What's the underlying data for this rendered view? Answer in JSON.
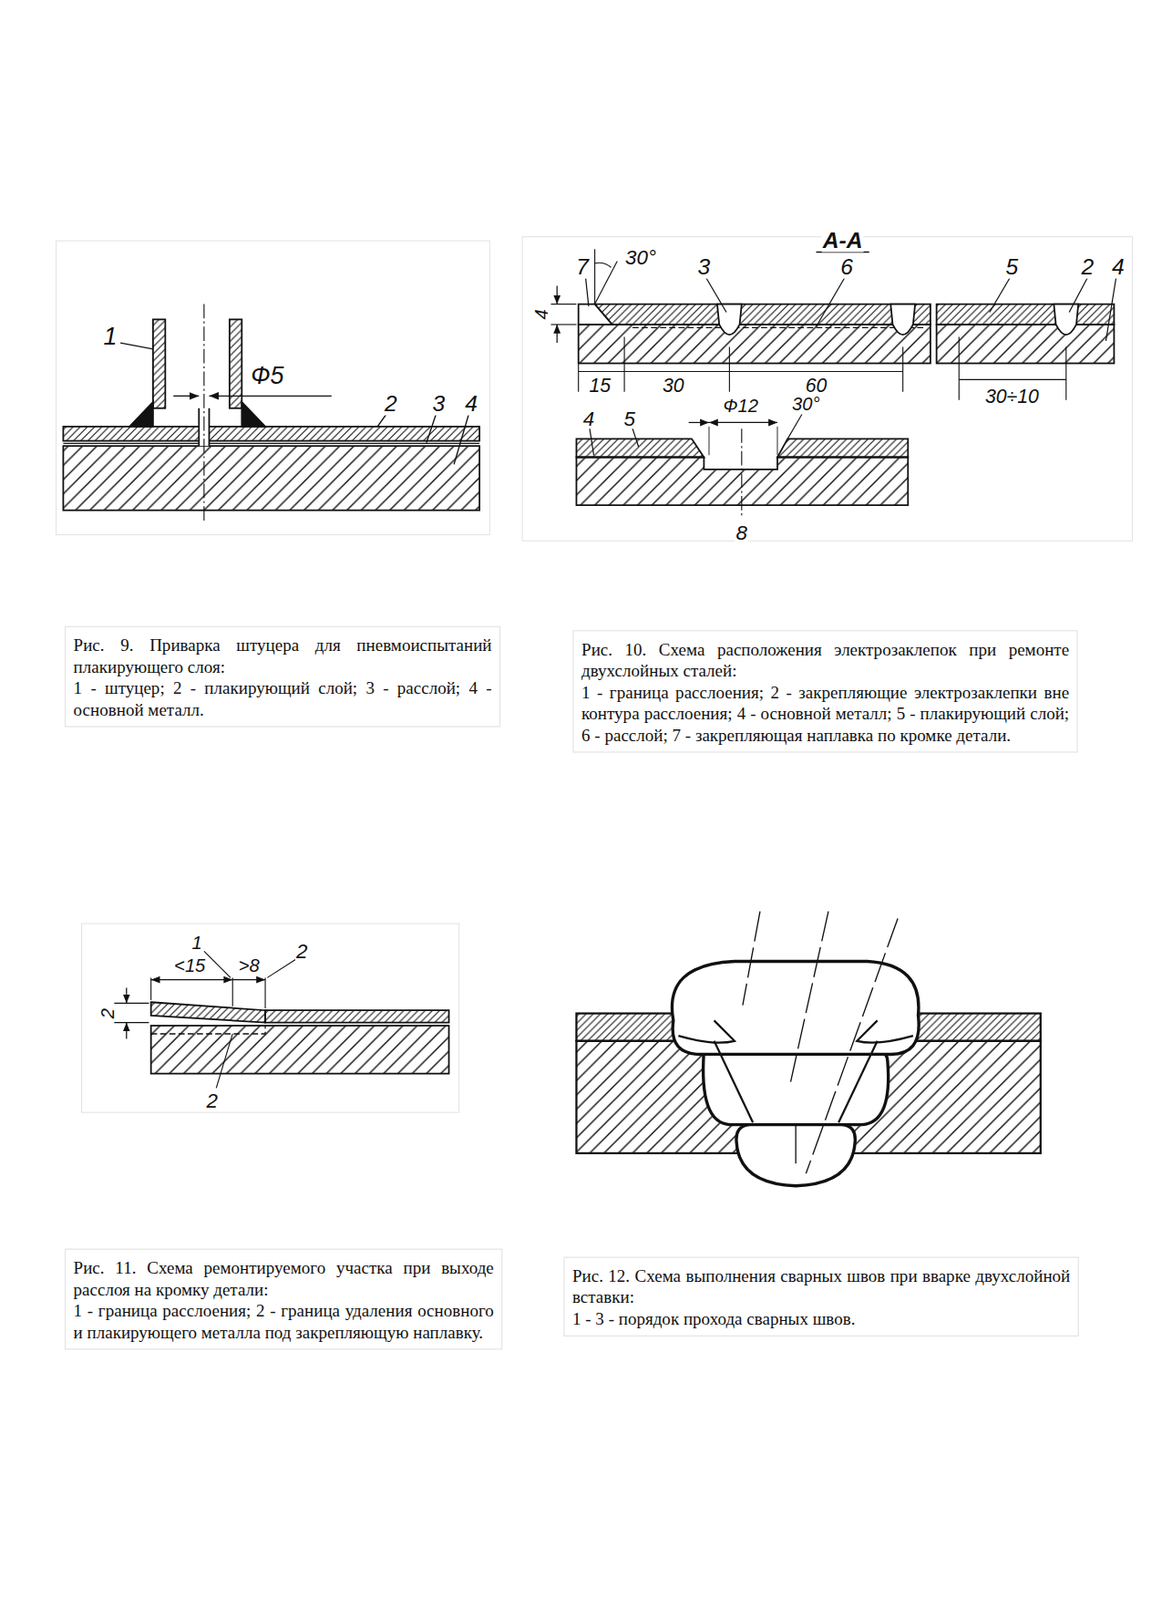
{
  "diagram": {
    "labels": [
      "1",
      "Ф5",
      "2",
      "3",
      "4",
      "Рис. 9. Приварка штуцера для пневмоиспытаний плакирующего слоя:",
      "1 - штуцер; 2 - плакирующий слой; 3 - расслой; 4 - основной металл.",
      "А-А",
      "7",
      "30°",
      "3",
      "6",
      "5",
      "2",
      "4",
      "4",
      "15",
      "30",
      "60",
      "30÷10",
      "4",
      "5",
      "Ф12",
      "30°",
      "8",
      "Рис. 10. Схема расположения электрозаклепок при ремонте двухслойных сталей:",
      "1 - граница расслоения; 2 - закрепляющие электрозаклепки вне контура расслоения; 4 - основной металл; 5 - плакирующий слой; 6 - расслой; 7 - закрепляющая наплавка по кромке детали.",
      "1",
      "<15",
      ">8",
      "2",
      "2",
      "2",
      "Рис. 11. Схема ремонтируемого участка при выходе расслоя на кромку детали:",
      "1 - граница расслоения; 2 - граница удаления основного и плакирующего металла под закрепляющую наплавку.",
      "Рис. 12. Схема выполнения сварных швов при вварке двухслойной вставки:",
      "1 - 3 - порядок прохода сварных швов."
    ]
  }
}
